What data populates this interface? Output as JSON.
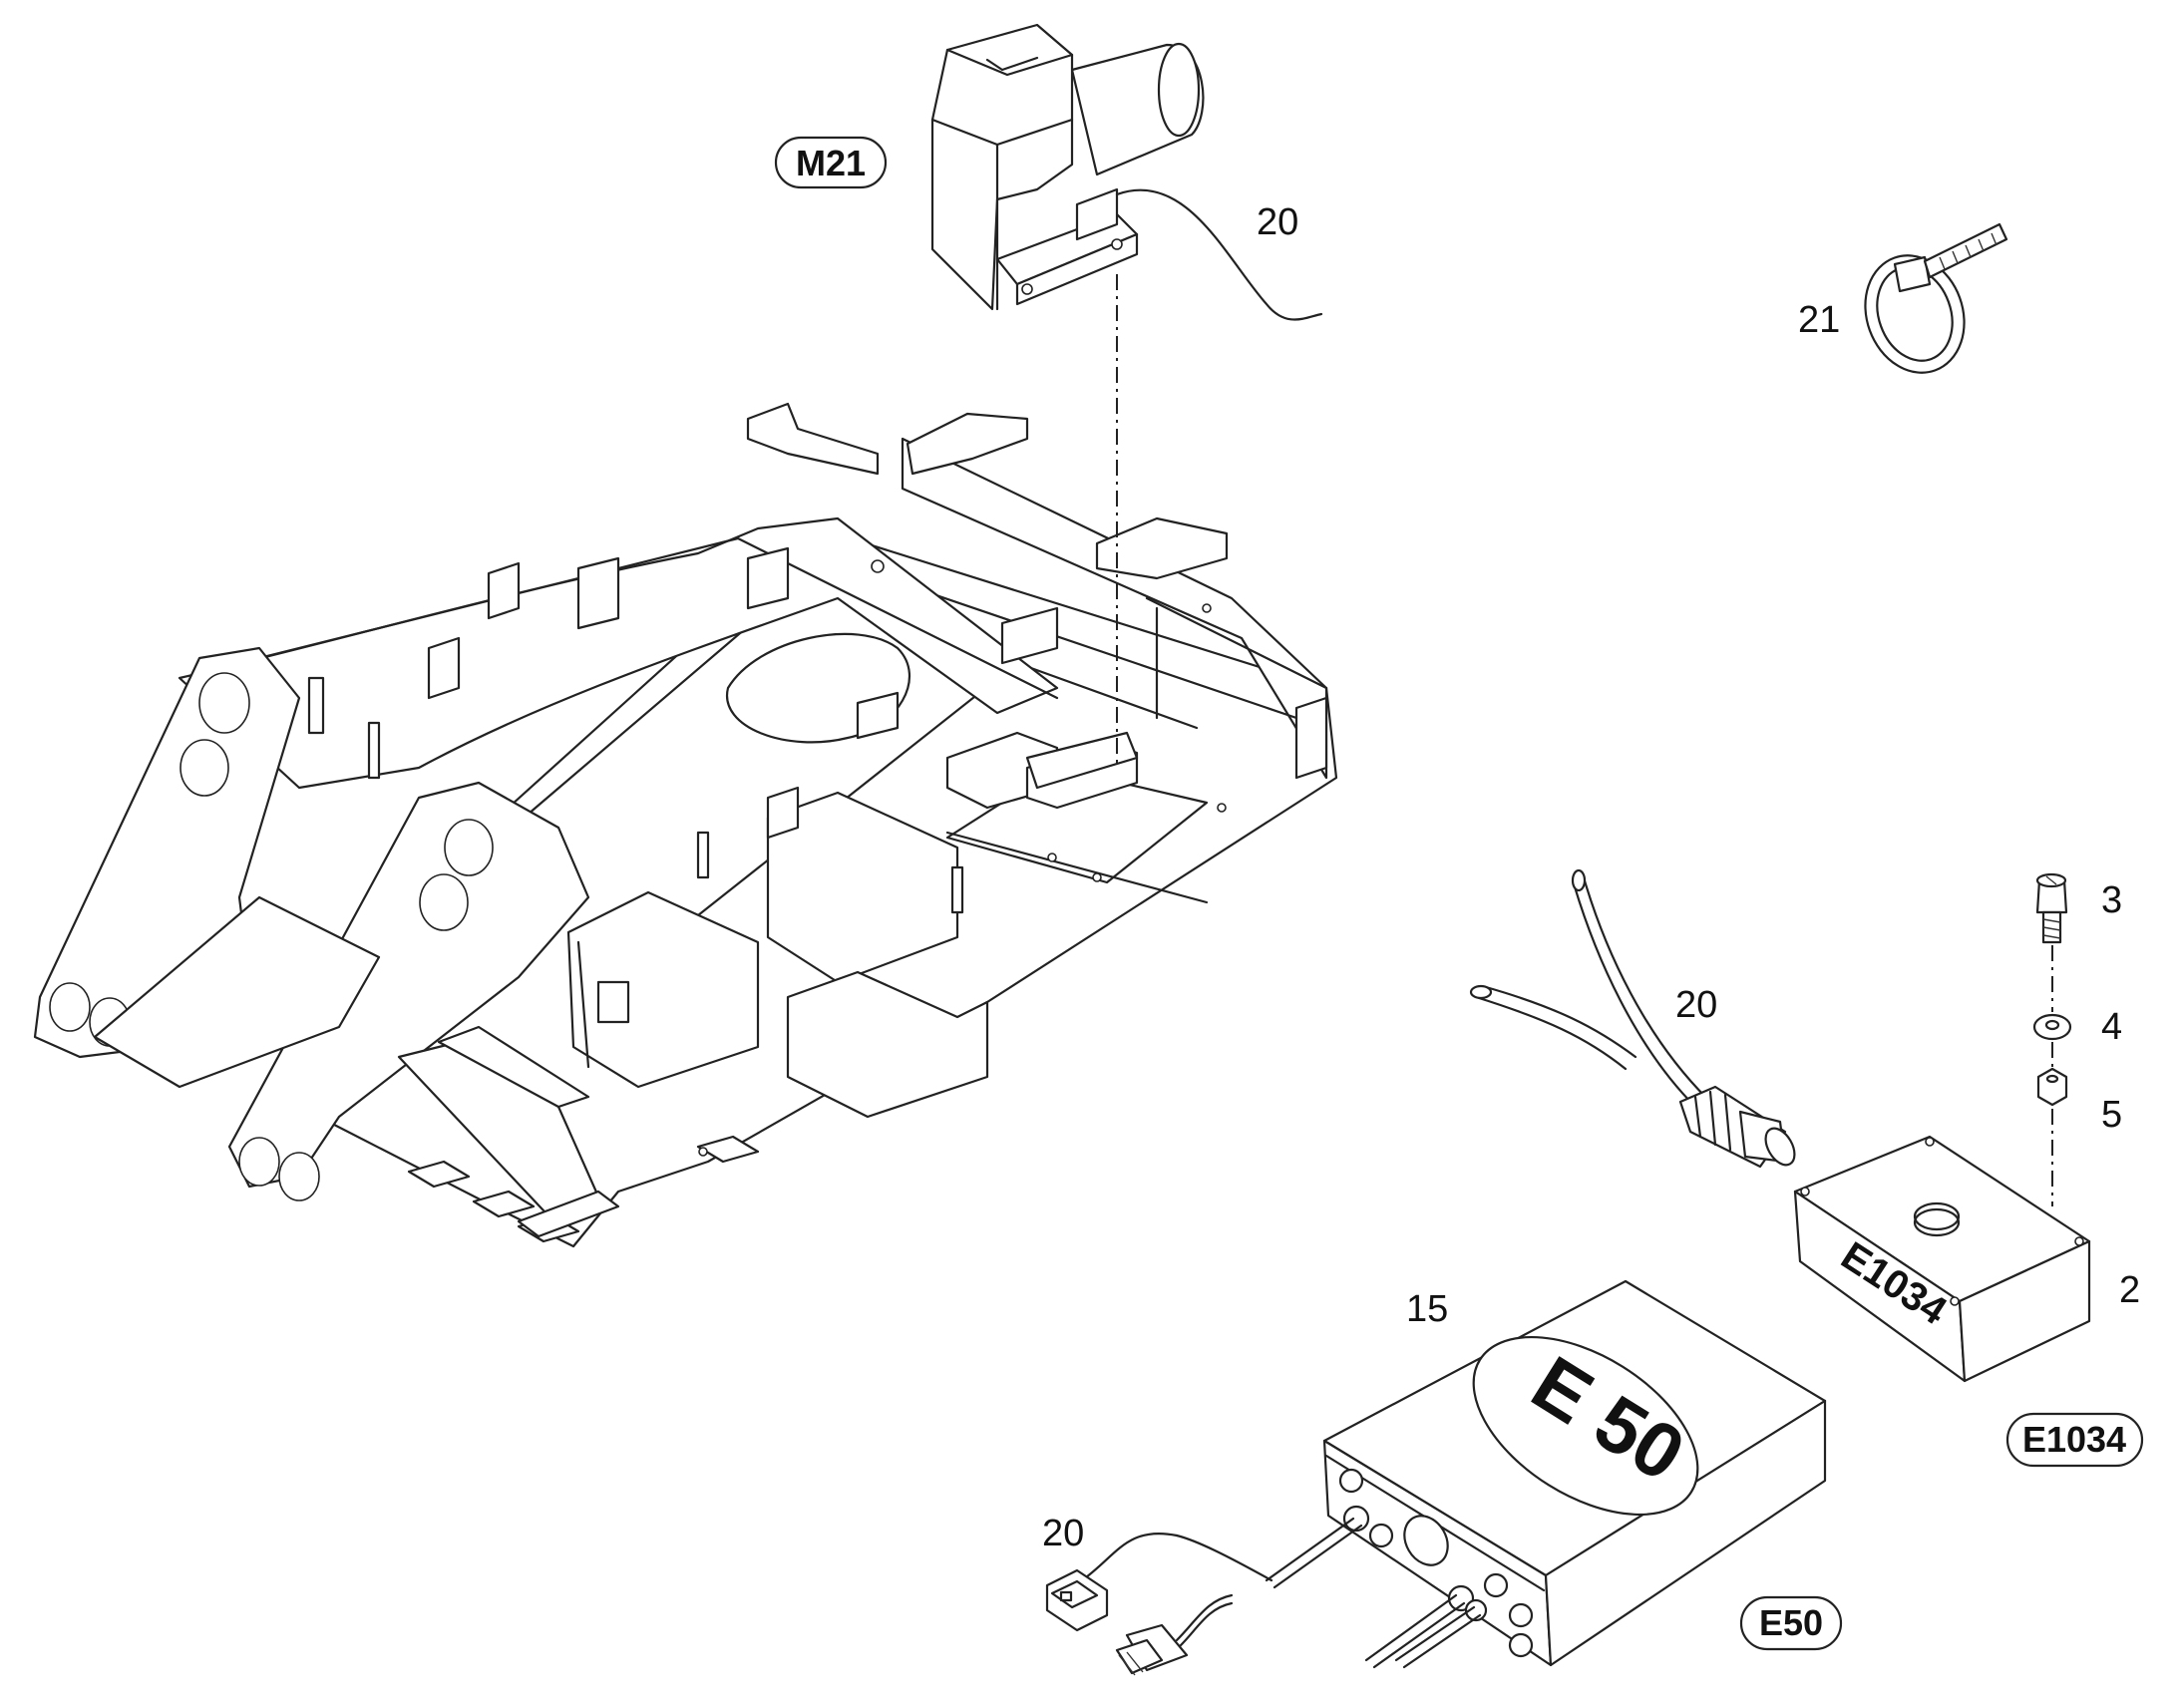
{
  "parts": {
    "m21_tag": "M21",
    "e1034_tag": "E1034",
    "e50_tag": "E50",
    "e50_box_marking": "E 50",
    "e1034_box_marking": "E1034"
  },
  "callouts": {
    "cable_top": "20",
    "tie": "21",
    "cable_mid": "20",
    "screw": "3",
    "washer": "4",
    "nut": "5",
    "box_e1034": "2",
    "box_e50": "15",
    "cable_bottom": "20"
  }
}
